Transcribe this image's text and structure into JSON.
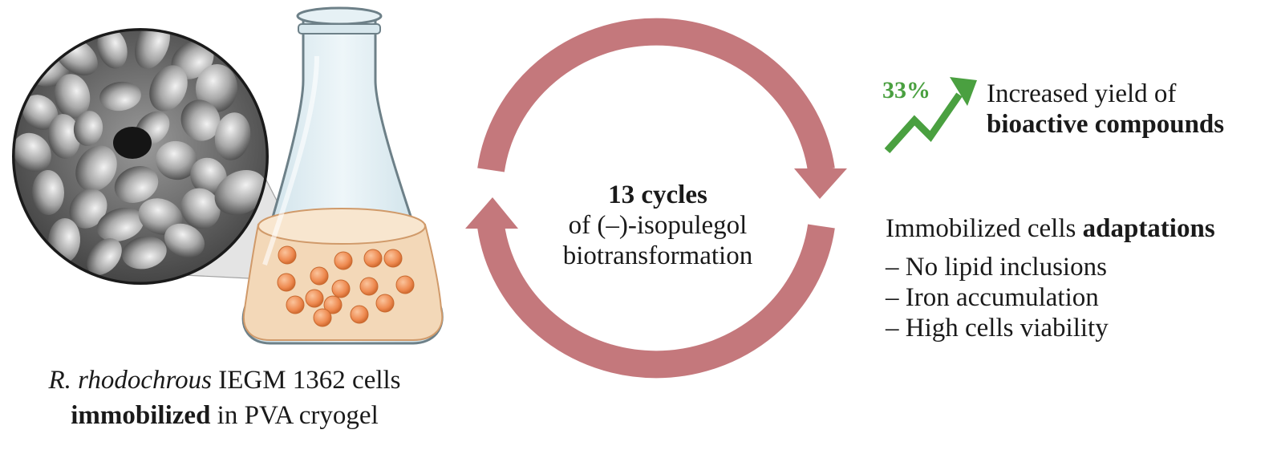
{
  "left": {
    "caption_line1_italic": "R. rhodochrous",
    "caption_line1_rest": " IEGM 1362 cells",
    "caption_line2_bold": "immobilized",
    "caption_line2_rest": " in PVA cryogel"
  },
  "center": {
    "cycles_bold": "13 cycles",
    "line2": "of (–)-isopulegol",
    "line3": "biotransformation"
  },
  "right": {
    "percent": "33%",
    "yield_line1": "Increased yield of",
    "yield_line2_bold": "bioactive compounds",
    "adapt_title_plain": "Immobilized cells ",
    "adapt_title_bold": "adaptations",
    "items": [
      "– No lipid inclusions",
      "– Iron accumulation",
      "– High cells viability"
    ]
  },
  "colors": {
    "cycle_arrow": "#c4787c",
    "growth_arrow": "#4aa040",
    "bead": "#ee8a50",
    "medium": "#f3d8b8",
    "glass": "#d9eaf0"
  },
  "icons": [
    "sem-micrograph",
    "erlenmeyer-flask",
    "cycle-arrows",
    "growth-arrow-icon"
  ]
}
